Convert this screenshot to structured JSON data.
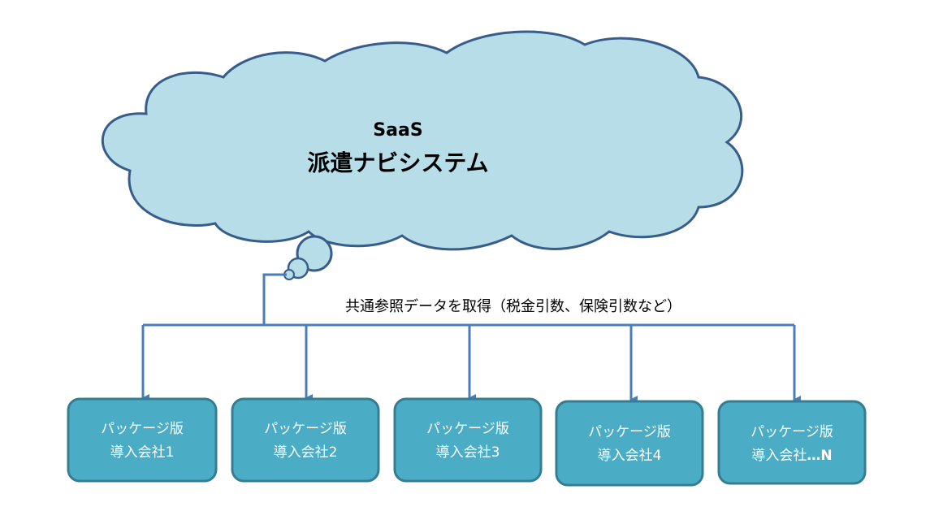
{
  "cloud": {
    "line1": "SaaS",
    "line2": "派遣ナビシステム"
  },
  "edge_label": "共通参照データを取得（税金引数、保険引数など）",
  "boxes": [
    {
      "line1": "パッケージ版",
      "line2": "導入会社1"
    },
    {
      "line1": "パッケージ版",
      "line2": "導入会社2"
    },
    {
      "line1": "パッケージ版",
      "line2": "導入会社3"
    },
    {
      "line1": "パッケージ版",
      "line2": "導入会社4"
    },
    {
      "line1": "パッケージ版",
      "line2_prefix": "導入会社",
      "line2_suffix": "…N"
    }
  ],
  "colors": {
    "cloud_fill": "#b7dde8",
    "cloud_stroke": "#385d8a",
    "connector": "#4a7ebb",
    "box_fill": "#4bacc6",
    "box_stroke": "#357d91",
    "box_text": "#ffffff"
  }
}
